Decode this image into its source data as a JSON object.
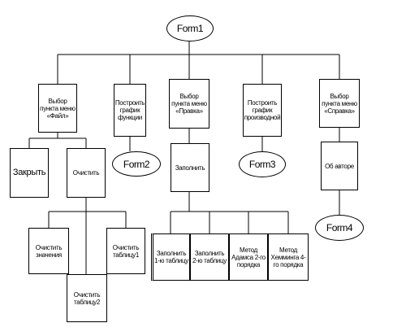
{
  "nodes": {
    "form1": "Form1",
    "choose_file": "Выбор пункта меню «Файл»",
    "build_func": "Построить график функции",
    "choose_edit": "Выбор пункта меню «Правка»",
    "build_deriv": "Построить график производной",
    "choose_help": "Выбор пункта меню «Справка»",
    "close": "Закрыть",
    "clear": "Очистить",
    "form2": "Form2",
    "fill": "Заполнить",
    "form3": "Form3",
    "about": "Об авторе",
    "form4": "Form4",
    "clear_values": "Очистить значения",
    "clear_table1": "Очистить таблицу1",
    "clear_table2": "Очистить таблицу2",
    "fill_table1": "Заполнить 1-ю таблицу",
    "fill_table2": "Заполнить 2-ю таблицу",
    "adams": "Метод Адамса 2-го порядка",
    "hamming": "Метод Хемминга 4-го порядка"
  }
}
